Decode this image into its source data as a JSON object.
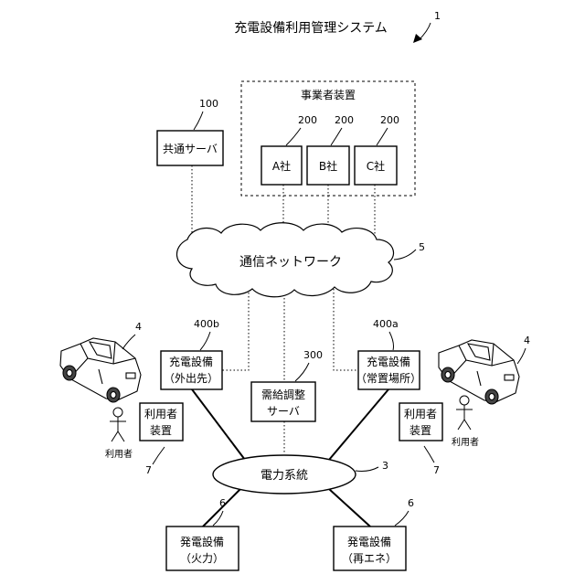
{
  "title": "充電設備利用管理システム",
  "refs": {
    "system": "1",
    "grid": "3",
    "car_left": "4",
    "car_right": "4",
    "network": "5",
    "gen_left": "6",
    "gen_right": "6",
    "user_dev_left": "7",
    "user_dev_right": "7",
    "common_server": "100",
    "company_a": "200",
    "company_b": "200",
    "company_c": "200",
    "demand_server": "300",
    "charger_home": "400a",
    "charger_away": "400b"
  },
  "operator_group_label": "事業者装置",
  "companies": [
    "A社",
    "B社",
    "C社"
  ],
  "common_server": "共通サーバ",
  "network": "通信ネットワーク",
  "charger_away": [
    "充電設備",
    "（外出先）"
  ],
  "charger_home": [
    "充電設備",
    "（常置場所）"
  ],
  "demand_server": [
    "需給調整",
    "サーバ"
  ],
  "user_device": [
    "利用者",
    "装置"
  ],
  "user_label": "利用者",
  "grid": "電力系統",
  "gen_thermal": [
    "発電設備",
    "（火力）"
  ],
  "gen_renewable": [
    "発電設備",
    "（再エネ）"
  ]
}
